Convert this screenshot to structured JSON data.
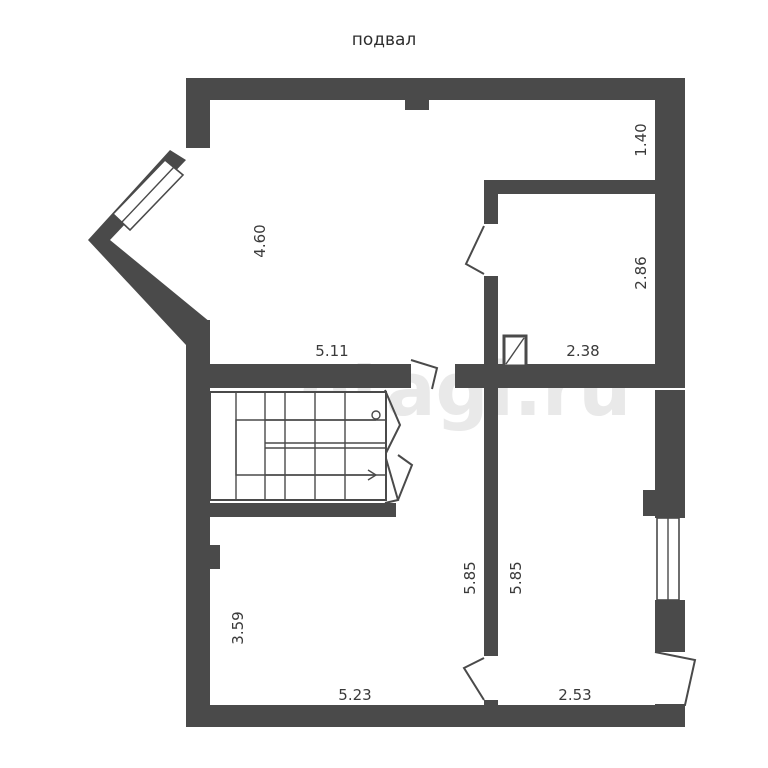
{
  "title": "подвал",
  "watermark": "etagi.ru",
  "colors": {
    "wall": "#4a4a4a",
    "background": "#ffffff"
  },
  "dimensions": {
    "top_right": "1.40",
    "hall_height": "4.60",
    "small_room_height": "2.86",
    "hall_width": "5.11",
    "small_room_width": "2.38",
    "left_room_height": "5.85",
    "right_room_height": "5.85",
    "bottom_left_height": "3.59",
    "bottom_left_width": "5.23",
    "bottom_right_width": "2.53"
  }
}
